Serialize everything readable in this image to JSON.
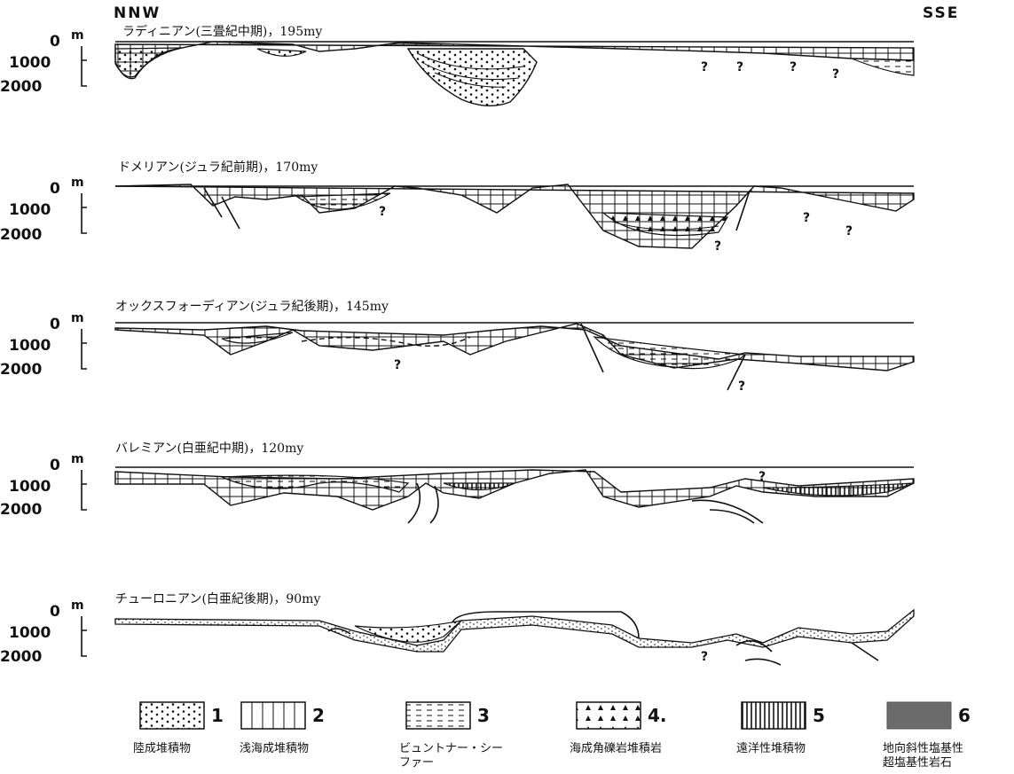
{
  "orientation": {
    "left": "NNW",
    "right": "SSE"
  },
  "depth_axis": {
    "unit": "m",
    "ticks": [
      "0",
      "1000",
      "2000"
    ]
  },
  "sections": [
    {
      "title": "ラディニアン(三畳紀中期)，195my"
    },
    {
      "title": "ドメリアン(ジュラ紀前期)，170my"
    },
    {
      "title": "オックスフォーディアン(ジュラ紀後期)，145my"
    },
    {
      "title": "バレミアン(白亜紀中期)，120my"
    },
    {
      "title": "チューロニアン(白亜紀後期)，90my"
    }
  ],
  "uncertain_mark": "?",
  "legend": [
    {
      "number": "1",
      "label_lines": [
        "陸成堆積物"
      ],
      "pattern": "dots"
    },
    {
      "number": "2",
      "label_lines": [
        "浅海成堆積物"
      ],
      "pattern": "blocks"
    },
    {
      "number": "3",
      "label_lines": [
        "ビュントナー・シー",
        "ファー"
      ],
      "pattern": "dashes"
    },
    {
      "number": "4.",
      "label_lines": [
        "海成角礫岩堆積岩"
      ],
      "pattern": "triangles"
    },
    {
      "number": "5",
      "label_lines": [
        "遠洋性堆積物"
      ],
      "pattern": "lines"
    },
    {
      "number": "6",
      "label_lines": [
        "地向斜性塩基性",
        "超塩基性岩石"
      ],
      "pattern": "solid"
    }
  ],
  "colors": {
    "ink": "#111111",
    "solid_fill": "#6b6b6b"
  }
}
